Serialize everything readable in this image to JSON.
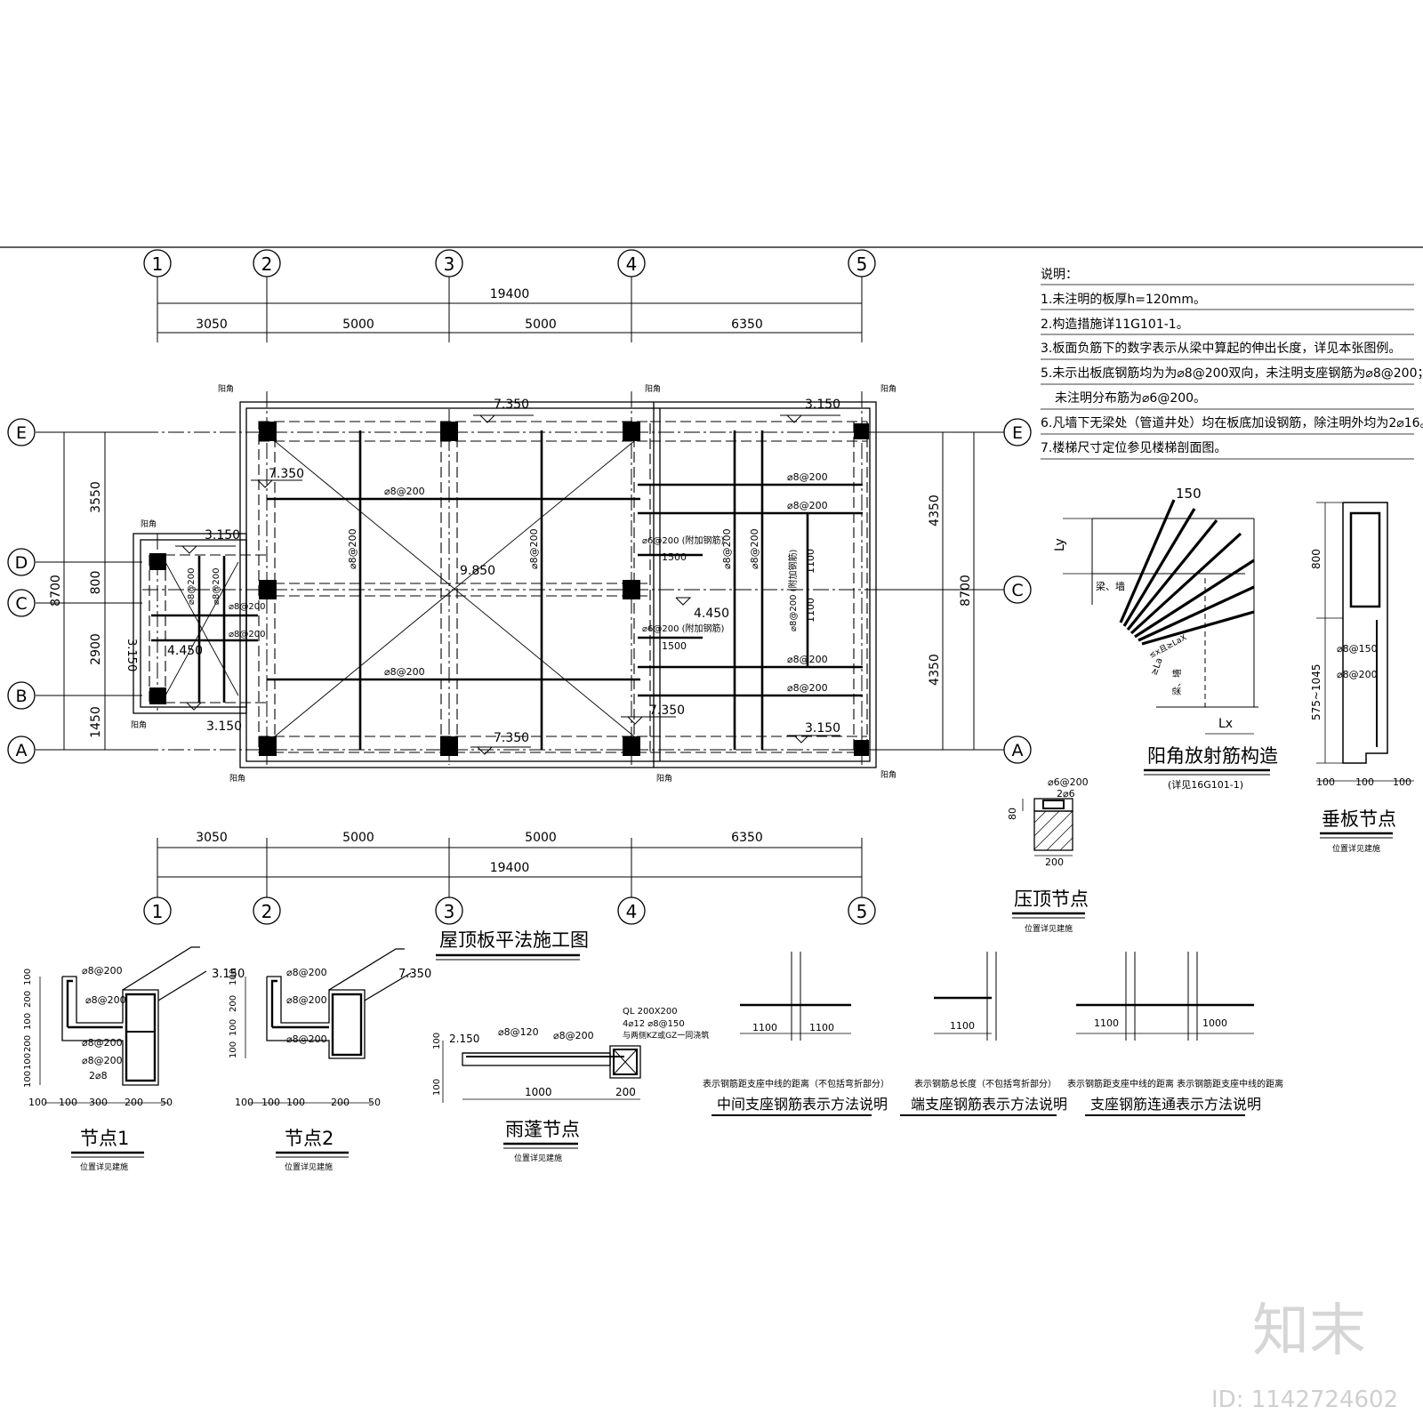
{
  "drawing": {
    "title": "屋顶板平法施工图",
    "grid_x": [
      "1",
      "2",
      "3",
      "4",
      "5"
    ],
    "grid_y": [
      "E",
      "D",
      "C",
      "B",
      "A"
    ],
    "grid_y_right": [
      "E",
      "C",
      "A"
    ],
    "dims_top_total": "19400",
    "dims_top": [
      "3050",
      "5000",
      "5000",
      "6350"
    ],
    "dims_left_total": "8700",
    "dims_left": [
      "3550",
      "800",
      "2900",
      "1450"
    ],
    "dims_right_total": "8700",
    "dims_right": [
      "4350",
      "4350"
    ],
    "elevations": {
      "e1": "7.350",
      "e2": "3.150",
      "e3": "7.350",
      "e4": "3.150",
      "e5": "9.850",
      "e6": "4.450",
      "e7": "4.450",
      "e8": "3.150",
      "e9": "7.350",
      "e10": "7.350",
      "e11": "3.150",
      "e12": "3.150"
    },
    "rebar": {
      "r1": "⌀8@200",
      "r2": "⌀8@200",
      "r3": "⌀8@200",
      "r4": "⌀8@200",
      "r5": "⌀8@200",
      "r6": "⌀8@200",
      "r7": "⌀8@200",
      "r8": "⌀8@200",
      "r9": "⌀6@200 (附加钢筋)",
      "r10": "⌀6@200 (附加钢筋)",
      "r11": "1500",
      "r12": "1500",
      "r13": "⌀8@200",
      "r14": "⌀8@200",
      "r15": "⌀8@200 (附加钢筋)",
      "r16": "1100",
      "r17": "1100",
      "r18": "⌀8@200",
      "r19": "⌀8@200",
      "r20": "⌀8@200",
      "r21": "⌀8@200",
      "r22": "⌀8@200"
    },
    "corner_label": "阳角"
  },
  "notes": {
    "heading": "说明：",
    "items": [
      "1.未注明的板厚h=120mm。",
      "2.构造措施详11G101-1。",
      "3.板面负筋下的数字表示从梁中算起的伸出长度，详见本张图例。",
      "5.未示出板底钢筋均为为⌀8@200双向，未注明支座钢筋为⌀8@200；",
      "未注明分布筋为⌀6@200。",
      "6.凡墙下无梁处（管道井处）均在板底加设钢筋，除注明外均为2⌀16。",
      "7.楼梯尺寸定位参见楼梯剖面图。"
    ]
  },
  "details": {
    "radial": {
      "title": "阳角放射筋构造",
      "sub": "(详见16G101-1)",
      "dim150": "150",
      "ly": "Ly",
      "lx": "Lx",
      "beam": "梁、墙",
      "beam2": "梁、墙",
      "la": "≥La",
      "spacing": "≤x且≥LaX"
    },
    "drop_panel": {
      "title": "垂板节点",
      "sub": "位置详见建施",
      "d800": "800",
      "drange": "575~1045",
      "r1": "⌀8@150",
      "r2": "⌀8@200",
      "b1": "100",
      "b2": "100",
      "b3": "100"
    },
    "coping": {
      "title": "压顶节点",
      "sub": "位置详见建施",
      "r1": "⌀6@200",
      "r2": "2⌀6",
      "h": "80",
      "w": "200"
    },
    "node1": {
      "title": "节点1",
      "sub": "位置详见建施",
      "elev": "3.150",
      "r1": "⌀8@200",
      "r2": "⌀8@200",
      "r3": "⌀8@200",
      "r4": "⌀8@200",
      "r5": "2⌀8",
      "dims_b": [
        "100",
        "100",
        "300",
        "200",
        "50"
      ],
      "dims_l": [
        "100",
        "200",
        "100",
        "200",
        "100",
        "100"
      ]
    },
    "node2": {
      "title": "节点2",
      "sub": "位置详见建施",
      "elev": "7.350",
      "r1": "⌀8@200",
      "r2": "⌀8@200",
      "r3": "⌀8@200",
      "dims_b": [
        "100",
        "100",
        "100",
        "200",
        "50"
      ],
      "dims_l": [
        "100",
        "200",
        "100",
        "100"
      ]
    },
    "canopy": {
      "title": "雨蓬节点",
      "sub": "位置详见建施",
      "elev": "2.150",
      "r1": "⌀8@120",
      "r2": "⌀8@200",
      "ql": "QL 200X200",
      "ql2": "4⌀12  ⌀8@150",
      "ql3": "与两侧KZ或GZ一同浇筑",
      "d1000": "1000",
      "d200": "200",
      "h100": "100",
      "h100b": "100"
    },
    "mid_support": {
      "title": "中间支座钢筋表示方法说明",
      "desc": "表示钢筋距支座中线的距离（不包括弯折部分）",
      "d1": "1100",
      "d2": "1100"
    },
    "end_support": {
      "title": "端支座钢筋表示方法说明",
      "desc": "表示钢筋总长度（不包括弯折部分）",
      "d1": "1100"
    },
    "cont_support": {
      "title": "支座钢筋连通表示方法说明",
      "desc": "表示钢筋距支座中线的距离   表示钢筋距支座中线的距离",
      "d1": "1100",
      "d2": "1000"
    }
  },
  "watermark": {
    "brand": "知末",
    "id": "ID: 1142724602"
  }
}
